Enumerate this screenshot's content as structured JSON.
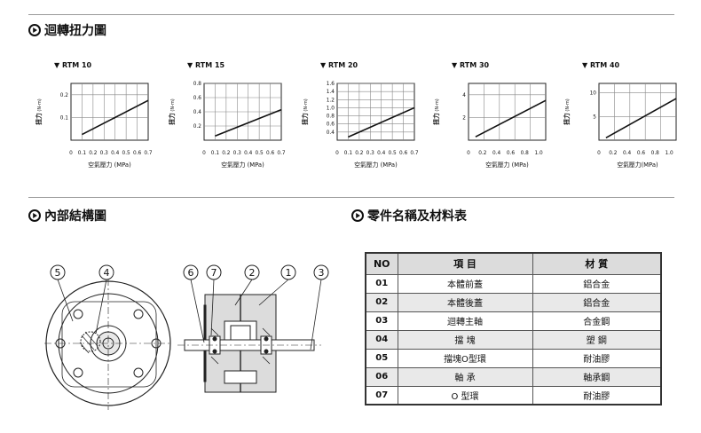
{
  "sections": {
    "torque": {
      "title": "迴轉扭力圖"
    },
    "structure": {
      "title": "內部結構圖"
    },
    "materials": {
      "title": "零件名稱及材料表"
    }
  },
  "charts_text": {
    "ylabel": "扭力",
    "yunit": "(N-m)",
    "xlabel_std": "空氣壓力 (MPa)",
    "xlabel_tight": "空氣壓力(MPa)"
  },
  "chart_data": [
    {
      "type": "line",
      "title": "▼ RTM 10",
      "xlabel": "空氣壓力 (MPa)",
      "ylabel": "扭力 (N-m)",
      "xlim": [
        0,
        0.7
      ],
      "ylim": [
        0,
        0.25
      ],
      "xticks": [
        "0",
        "0.1",
        "0.2",
        "0.3",
        "0.4",
        "0.5",
        "0.6",
        "0.7"
      ],
      "yticks": [
        "0.1",
        "0.2"
      ],
      "x": [
        0.1,
        0.7
      ],
      "y": [
        0.025,
        0.175
      ]
    },
    {
      "type": "line",
      "title": "▼ RTM 15",
      "xlabel": "空氣壓力 (MPa)",
      "ylabel": "扭力 (N-m)",
      "xlim": [
        0,
        0.7
      ],
      "ylim": [
        0,
        0.8
      ],
      "xticks": [
        "0",
        "0.1",
        "0.2",
        "0.3",
        "0.4",
        "0.5",
        "0.6",
        "0.7"
      ],
      "yticks": [
        "0.2",
        "0.4",
        "0.6",
        "0.8"
      ],
      "x": [
        0.1,
        0.7
      ],
      "y": [
        0.06,
        0.43
      ]
    },
    {
      "type": "line",
      "title": "▼ RTM 20",
      "xlabel": "空氣壓力 (MPa)",
      "ylabel": "扭力 (N-m)",
      "xlim": [
        0,
        0.7
      ],
      "ylim": [
        0.2,
        1.6
      ],
      "xticks": [
        "0",
        "0.1",
        "0.2",
        "0.3",
        "0.4",
        "0.5",
        "0.6",
        "0.7"
      ],
      "yticks": [
        "0.4",
        "0.6",
        "0.8",
        "1.0",
        "1.2",
        "1.4",
        "1.6"
      ],
      "x": [
        0.1,
        0.7
      ],
      "y": [
        0.28,
        1.0
      ]
    },
    {
      "type": "line",
      "title": "▼ RTM 30",
      "xlabel": "空氣壓力 (MPa)",
      "ylabel": "扭力 (N-m)",
      "xlim": [
        0,
        1.1
      ],
      "ylim": [
        0,
        5
      ],
      "xticks": [
        "0",
        "0.2",
        "0.4",
        "0.6",
        "0.8",
        "1.0"
      ],
      "yticks": [
        "2",
        "4"
      ],
      "x": [
        0.1,
        1.1
      ],
      "y": [
        0.3,
        3.5
      ]
    },
    {
      "type": "line",
      "title": "▼ RTM 40",
      "xlabel": "空氣壓力(MPa)",
      "ylabel": "扭力 (N-m)",
      "xlim": [
        0,
        1.1
      ],
      "ylim": [
        0,
        12
      ],
      "xticks": [
        "0",
        "0.2",
        "0.4",
        "0.6",
        "0.8",
        "1.0"
      ],
      "yticks": [
        "5",
        "10"
      ],
      "x": [
        0.1,
        1.1
      ],
      "y": [
        0.5,
        8.8
      ]
    }
  ],
  "callouts": [
    "5",
    "4",
    "6",
    "7",
    "2",
    "1",
    "3"
  ],
  "materials": {
    "headers": [
      "NO",
      "項 目",
      "材 質"
    ],
    "rows": [
      {
        "no": "01",
        "item": "本體前蓋",
        "material": "鋁合金"
      },
      {
        "no": "02",
        "item": "本體後蓋",
        "material": "鋁合金"
      },
      {
        "no": "03",
        "item": "迴轉主軸",
        "material": "合金鋼"
      },
      {
        "no": "04",
        "item": "擋 塊",
        "material": "塑 鋼"
      },
      {
        "no": "05",
        "item": "擋塊O型環",
        "material": "耐油膠"
      },
      {
        "no": "06",
        "item": "軸 承",
        "material": "軸承鋼"
      },
      {
        "no": "07",
        "item": "O 型環",
        "material": "耐油膠"
      }
    ]
  }
}
